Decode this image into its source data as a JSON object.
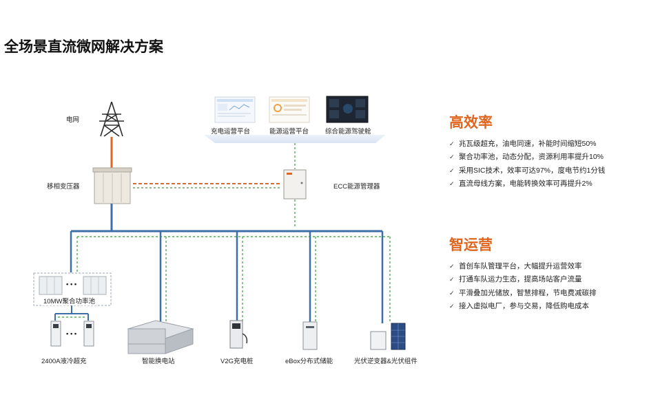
{
  "title": "全场景直流微网解决方案",
  "nodes": {
    "grid": "电网",
    "transformer": "移相变压器",
    "ecc": "ECC能源管理器",
    "pool": "10MW聚合功率池",
    "charger": "2400A液冷超充",
    "swap": "智能换电站",
    "v2g": "V2G充电桩",
    "ebox": "eBox分布式储能",
    "pv": "光伏逆变器&光伏组件",
    "dots": "• • •"
  },
  "platforms": [
    "充电运营平台",
    "能源运营平台",
    "综合能源驾驶舱"
  ],
  "sections": [
    {
      "heading": "高效率",
      "items": [
        "兆瓦级超充，油电同速，补能时间缩短50%",
        "聚合功率池，动态分配，资源利用率提升10%",
        "采用SIC技术，效率可达97%，度电节约1分钱",
        "直流母线方案，电能转换效率可再提升2%"
      ]
    },
    {
      "heading": "智运营",
      "items": [
        "首创车队管理平台，大幅提升运营效率",
        "打通车队运力生态，提高场站客户流量",
        "平滑叠加光储放，智慧排程，节电费减碳排",
        "接入虚拟电厂，参与交易，降低购电成本"
      ]
    }
  ],
  "check_symbol": "✓",
  "colors": {
    "accent": "#e0651e",
    "bus": "#3d6ea8",
    "control": "#3a9a3a",
    "power": "#e0651e"
  }
}
